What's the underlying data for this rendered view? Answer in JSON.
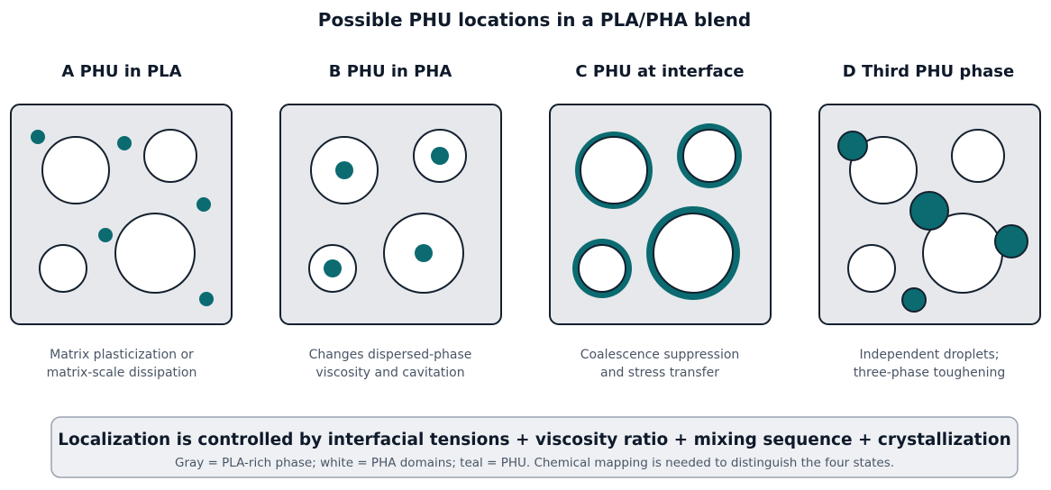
{
  "title": "Possible PHU locations in a PLA/PHA blend",
  "panels": [
    {
      "title": "A PHU in PLA",
      "caption": [
        "Matrix plasticization or",
        "matrix-scale dissipation"
      ]
    },
    {
      "title": "B PHU in PHA",
      "caption": [
        "Changes dispersed-phase",
        "viscosity and cavitation"
      ]
    },
    {
      "title": "C PHU at interface",
      "caption": [
        "Coalescence suppression",
        "and stress transfer"
      ]
    },
    {
      "title": "D Third PHU phase",
      "caption": [
        "Independent droplets;",
        "three-phase toughening"
      ]
    }
  ],
  "summary": {
    "title": "Localization is controlled by interfacial tensions + viscosity ratio + mixing sequence + crystallization",
    "subtitle": "Gray = PLA-rich phase; white = PHA domains; teal = PHU. Chemical mapping is needed to distinguish the four states."
  },
  "colors": {
    "matrix": "#e6e8ec",
    "domain": "#ffffff",
    "phu": "#0b6b70",
    "outline": "#14202e"
  }
}
